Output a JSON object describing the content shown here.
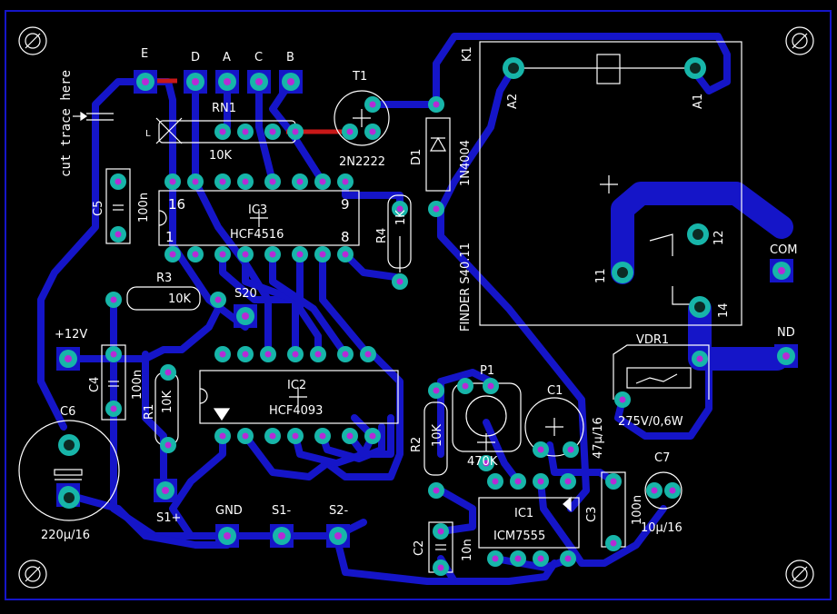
{
  "board": {
    "background": "#000000",
    "trace_color": "#1515c8",
    "pad_color": "#17b5a9",
    "via_color": "#b62bd6",
    "silk_color": "#ffffff",
    "note": "cut trace here"
  },
  "labels": {
    "E": "E",
    "D": "D",
    "A": "A",
    "C": "C",
    "B": "B",
    "T1": "T1",
    "T1_val": "2N2222",
    "RN1": "RN1",
    "RN1_val": "10K",
    "RN1_pin": "L",
    "K1": "K1",
    "A2": "A2",
    "A1": "A1",
    "D1": "D1",
    "D1_val": "1N4004",
    "C5": "C5",
    "C5_val": "100n",
    "IC3": "IC3",
    "IC3_val": "HCF4516",
    "IC3_p16": "16",
    "IC3_p1": "1",
    "IC3_p9": "9",
    "IC3_p8": "8",
    "R4": "R4",
    "R4_val": "1K",
    "relay": "FINDER S40.11",
    "r12": "12",
    "r11": "11",
    "r14": "14",
    "COM": "COM",
    "ND": "ND",
    "R3": "R3",
    "R3_val": "10K",
    "S20": "S20",
    "p12v": "+12V",
    "C4": "C4",
    "C4_val": "100n",
    "R1": "R1",
    "R1_val": "10K",
    "IC2": "IC2",
    "IC2_val": "HCF4093",
    "P1": "P1",
    "P1_val": "470K",
    "R2": "R2",
    "R2_val": "10K",
    "C1": "C1",
    "C1_val": "47μ/16",
    "VDR1": "VDR1",
    "VDR1_val": "275V/0,6W",
    "C6": "C6",
    "C6_val": "220μ/16",
    "S1p": "S1+",
    "GND": "GND",
    "S1m": "S1-",
    "S2m": "S2-",
    "IC1": "IC1",
    "IC1_val": "ICM7555",
    "C3": "C3",
    "C3_val": "100n",
    "C7": "C7",
    "C7_val": "10μ/16",
    "C2": "C2",
    "C2_val": "10n"
  }
}
